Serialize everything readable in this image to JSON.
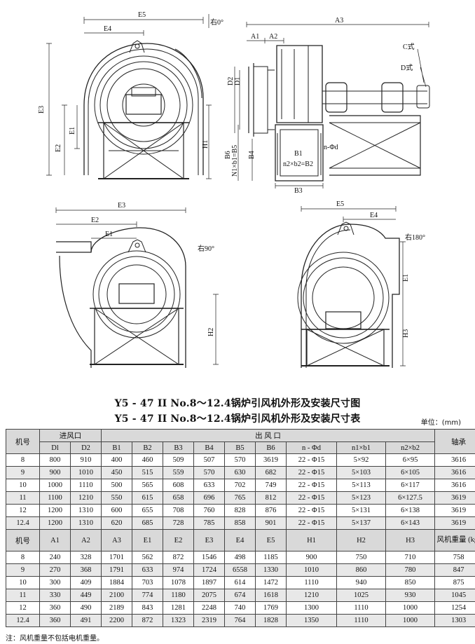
{
  "drawing_labels": {
    "tl": {
      "E5": "E5",
      "E4": "E4",
      "E3": "E3",
      "E2": "E2",
      "E1": "E1",
      "H1": "H1",
      "angle": "右0°"
    },
    "tr": {
      "A3": "A3",
      "A1": "A1",
      "A2": "A2",
      "D2": "D2",
      "D1": "D1",
      "C": "C式",
      "D": "D式",
      "B6": "B6",
      "N1b1": "N1×b1=B5",
      "B4": "B4",
      "B1": "B1",
      "nd": "n-Φd",
      "n2b2": "n2×b2=B2",
      "B3": "B3"
    },
    "bl": {
      "E3": "E3",
      "E2": "E2",
      "E1": "E1",
      "H2": "H2",
      "angle": "右90°"
    },
    "br": {
      "E5": "E5",
      "E4": "E4",
      "E1": "E1",
      "H3": "H3",
      "angle": "右180°"
    }
  },
  "title_drawing": "Y5 - 47 II  No.8～12.4锅炉引风机外形及安装尺寸图",
  "title_table": "Y5 - 47 II  No.8～12.4锅炉引风机外形及安装尺寸表",
  "unit": "单位：(mm)",
  "table1": {
    "h_jihao": "机号",
    "h_inlet": "进风口",
    "h_outlet": "出  风  口",
    "h_bearing": "轴承",
    "sub": [
      "Dl",
      "D2",
      "B1",
      "B2",
      "B3",
      "B4",
      "B5",
      "B6",
      "n - Φd",
      "n1×b1",
      "n2×b2"
    ],
    "rows": [
      [
        "8",
        "800",
        "910",
        "400",
        "460",
        "509",
        "507",
        "570",
        "3619",
        "22 - Φ15",
        "5×92",
        "6×95",
        "3616"
      ],
      [
        "9",
        "900",
        "1010",
        "450",
        "515",
        "559",
        "570",
        "630",
        "682",
        "22 - Φ15",
        "5×103",
        "6×105",
        "3616"
      ],
      [
        "10",
        "1000",
        "1110",
        "500",
        "565",
        "608",
        "633",
        "702",
        "749",
        "22 - Φ15",
        "5×113",
        "6×117",
        "3616"
      ],
      [
        "11",
        "1100",
        "1210",
        "550",
        "615",
        "658",
        "696",
        "765",
        "812",
        "22 - Φ15",
        "5×123",
        "6×127.5",
        "3619"
      ],
      [
        "12",
        "1200",
        "1310",
        "600",
        "655",
        "708",
        "760",
        "828",
        "876",
        "22 - Φ15",
        "5×131",
        "6×138",
        "3619"
      ],
      [
        "12.4",
        "1200",
        "1310",
        "620",
        "685",
        "728",
        "785",
        "858",
        "901",
        "22 - Φ15",
        "5×137",
        "6×143",
        "3619"
      ]
    ]
  },
  "table2": {
    "head": [
      "机号",
      "A1",
      "A2",
      "A3",
      "E1",
      "E2",
      "E3",
      "E4",
      "E5",
      "H1",
      "H2",
      "H3"
    ],
    "weight_head": "风机重量 (kg)",
    "rows": [
      [
        "8",
        "240",
        "328",
        "1701",
        "562",
        "872",
        "1546",
        "498",
        "1185",
        "900",
        "750",
        "710",
        "758"
      ],
      [
        "9",
        "270",
        "368",
        "1791",
        "633",
        "974",
        "1724",
        "6558",
        "1330",
        "1010",
        "860",
        "780",
        "847"
      ],
      [
        "10",
        "300",
        "409",
        "1884",
        "703",
        "1078",
        "1897",
        "614",
        "1472",
        "1110",
        "940",
        "850",
        "875"
      ],
      [
        "11",
        "330",
        "449",
        "2100",
        "774",
        "1180",
        "2075",
        "674",
        "1618",
        "1210",
        "1025",
        "930",
        "1045"
      ],
      [
        "12",
        "360",
        "490",
        "2189",
        "843",
        "1281",
        "2248",
        "740",
        "1769",
        "1300",
        "1110",
        "1000",
        "1254"
      ],
      [
        "12.4",
        "360",
        "491",
        "2200",
        "872",
        "1323",
        "2319",
        "764",
        "1828",
        "1350",
        "1110",
        "1000",
        "1303"
      ]
    ]
  },
  "note": "注：风机重量不包括电机重量。"
}
